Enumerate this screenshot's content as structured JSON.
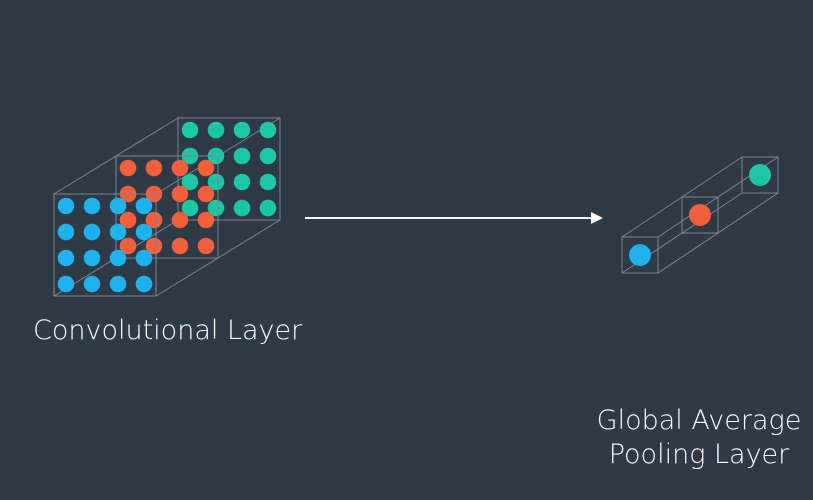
{
  "labels": {
    "conv_layer": "Convolutional Layer",
    "gap_layer": "Global Average Pooling Layer"
  },
  "colors": {
    "background": "#2e3a46",
    "outline": "#7c8590",
    "arrow": "#ffffff",
    "channel_1": "#1fb2ec",
    "channel_2": "#f15f3c",
    "channel_3": "#1cc6a7"
  },
  "diagram": {
    "conv_grid": {
      "rows": 4,
      "cols": 4,
      "channels": 3
    },
    "pooled_outputs": 3
  }
}
